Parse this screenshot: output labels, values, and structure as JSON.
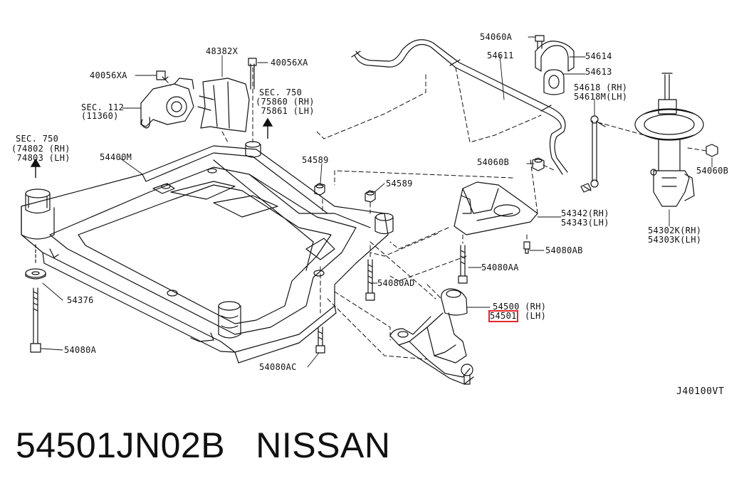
{
  "labels": {
    "c48382x": "48382X",
    "c40056xa_top": "40056XA",
    "c40056xa_left": "40056XA",
    "sec112": "SEC. 112",
    "sec112_ref": "(11360)",
    "sec750_right": "SEC. 750",
    "sec750_right_rh": "(75860 (RH)",
    "sec750_right_lh": " 75861 (LH)",
    "sec750_left": "SEC. 750",
    "sec750_left_rh": "(74802 (RH)",
    "sec750_left_lh": " 74803 (LH)",
    "c54400m": "54400M",
    "c54589_a": "54589",
    "c54589_b": "54589",
    "c54376": "54376",
    "c54080a": "54080A",
    "c54080ad": "54080AD",
    "c54080ac": "54080AC",
    "c54080aa": "54080AA",
    "c54080ab": "54080AB",
    "c54060a": "54060A",
    "c54611": "54611",
    "c54614": "54614",
    "c54613": "54613",
    "c54618_rh": "54618 (RH)",
    "c54618m_lh": "54618M(LH)",
    "c54060b_left": "54060B",
    "c54060b_right": "54060B",
    "c54342_rh": "54342(RH)",
    "c54343_lh": "54343(LH)",
    "c54302k_rh": "54302K(RH)",
    "c54303k_lh": "54303K(LH)",
    "c54500_rh": "54500 (RH)",
    "c54501": "54501",
    "c54501_lh": "(LH)",
    "code": "J40100VT"
  },
  "caption": "54501JN02B   NISSAN",
  "highlight_color": "#e0282a"
}
